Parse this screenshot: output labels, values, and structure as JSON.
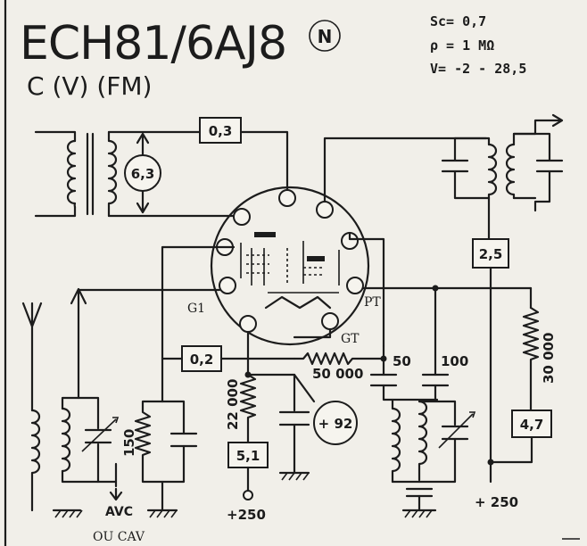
{
  "header": {
    "title": "ECH81/6AJ8",
    "badge": "N",
    "subtitle": "C (V) (FM)"
  },
  "specs": {
    "sc": "Sc= 0,7",
    "rho": "ρ = 1 MΩ",
    "v": "V= -2 - 28,5"
  },
  "boxes": {
    "heater_top": "0,3",
    "screen_grid": "0,2",
    "cathode": "5,1",
    "plate_feed": "2,5",
    "osc_plate": "4,7"
  },
  "circles": {
    "heater_voltage": "6,3",
    "screen_voltage": "+ 92"
  },
  "resistors": {
    "r_grid": "150",
    "r_cathode": "22 000",
    "r_gt": "50 000",
    "r_plate": "30 000"
  },
  "capacitors": {
    "c1": "50",
    "c2": "100"
  },
  "pins": {
    "g1": "G1",
    "pt": "PT",
    "gt": "GT"
  },
  "supply": {
    "left": "+250",
    "right": "+ 250"
  },
  "avc": {
    "line1": "AVC",
    "line2": "OU CAV"
  }
}
